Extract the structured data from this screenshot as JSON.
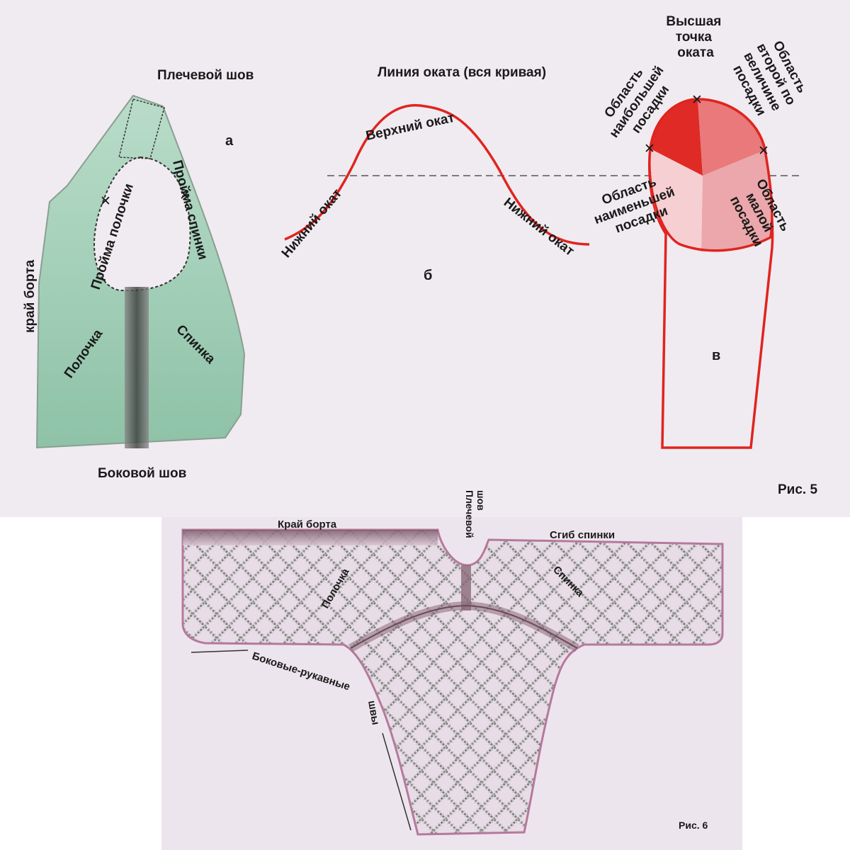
{
  "figure5": {
    "caption": "Рис. 5",
    "panel_a": {
      "letter": "а",
      "shoulder_seam": "Плечевой шов",
      "side_seam": "Боковой шов",
      "front_edge": "край борта",
      "front_armhole": "Пройма полочки",
      "back_armhole": "Пройма спинки",
      "front": "Полочка",
      "back": "Спинка"
    },
    "panel_b": {
      "letter": "б",
      "title": "Линия оката (вся кривая)",
      "upper_cap": "Верхний окат",
      "lower_cap_left": "Нижний окат",
      "lower_cap_right": "Нижний окат"
    },
    "panel_c": {
      "letter": "в",
      "highest_point": [
        "Высшая",
        "точка",
        "оката"
      ],
      "greatest_ease": [
        "Область",
        "наибольшей",
        "посадки"
      ],
      "second_ease": [
        "Область",
        "второй по",
        "величине",
        "посадки"
      ],
      "least_ease": [
        "Область",
        "наименьшей",
        "посадки"
      ],
      "small_ease": [
        "Область",
        "малой",
        "посадки"
      ]
    }
  },
  "figure6": {
    "caption": "Рис. 6",
    "front_edge": "Край борта",
    "shoulder_seam": [
      "Плечевой",
      "шов"
    ],
    "back_fold": "Сгиб спинки",
    "front": "Полочка",
    "back": "Спинка",
    "side_sleeve_seams": [
      "Боковые-рукавные",
      "швы"
    ]
  },
  "colors": {
    "fig5_bg": "#f0ebf0",
    "fig6_bg": "#ede5ed",
    "panel_a_fill": "#a7cfbb",
    "cap_red": "#e0241f",
    "zone_greatest": "#df2a26",
    "zone_second": "#e9797a",
    "zone_least": "#f6cfd2",
    "zone_small": "#eba7ab",
    "outline_pink": "#b5799c"
  }
}
